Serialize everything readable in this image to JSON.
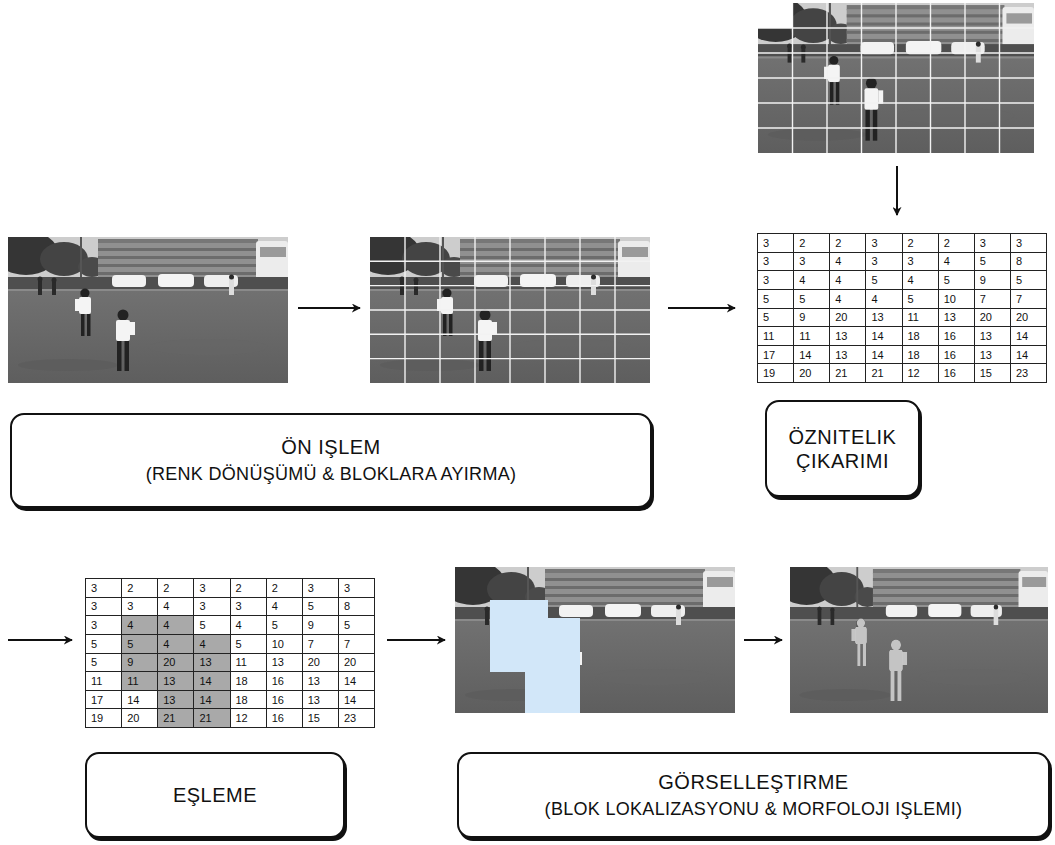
{
  "diagram": {
    "nodes": [
      {
        "text": [
          "ÖN IŞLEM",
          "(RENK DÖNÜŞÜMÜ & BLOKLARA AYIRMA)"
        ]
      },
      {
        "text": [
          "ÖZNITELIK ÇIKARIMI"
        ]
      },
      {
        "text": [
          "EŞLEME"
        ]
      },
      {
        "text": [
          "GÖRSELLEŞTIRME",
          "(BLOK LOKALIZASYONU & MORFOLOJI IŞLEMI)"
        ]
      }
    ],
    "labels": [
      "3",
      "2",
      "2",
      "3",
      "2",
      "2",
      "3",
      "3",
      "3",
      "3",
      "4",
      "3",
      "3",
      "4",
      "5",
      "8",
      "3",
      "4",
      "4",
      "5",
      "4",
      "5",
      "9",
      "5",
      "5",
      "5",
      "4",
      "4",
      "5",
      "10",
      "7",
      "7",
      "5",
      "9",
      "20",
      "13",
      "11",
      "13",
      "20",
      "20",
      "11",
      "11",
      "13",
      "14",
      "18",
      "16",
      "13",
      "14",
      "17",
      "14",
      "13",
      "14",
      "18",
      "16",
      "13",
      "14",
      "19",
      "20",
      "21",
      "21",
      "12",
      "16",
      "15",
      "23",
      "3",
      "2",
      "2",
      "3",
      "2",
      "2",
      "3",
      "3",
      "3",
      "3",
      "4",
      "3",
      "3",
      "4",
      "5",
      "8",
      "3",
      "4",
      "4",
      "5",
      "4",
      "5",
      "9",
      "5",
      "5",
      "5",
      "4",
      "4",
      "5",
      "10",
      "7",
      "7",
      "5",
      "9",
      "20",
      "13",
      "11",
      "13",
      "20",
      "20",
      "11",
      "11",
      "13",
      "14",
      "18",
      "16",
      "13",
      "14",
      "17",
      "14",
      "13",
      "14",
      "18",
      "16",
      "13",
      "14",
      "19",
      "20",
      "21",
      "21",
      "12",
      "16",
      "15",
      "23"
    ]
  }
}
